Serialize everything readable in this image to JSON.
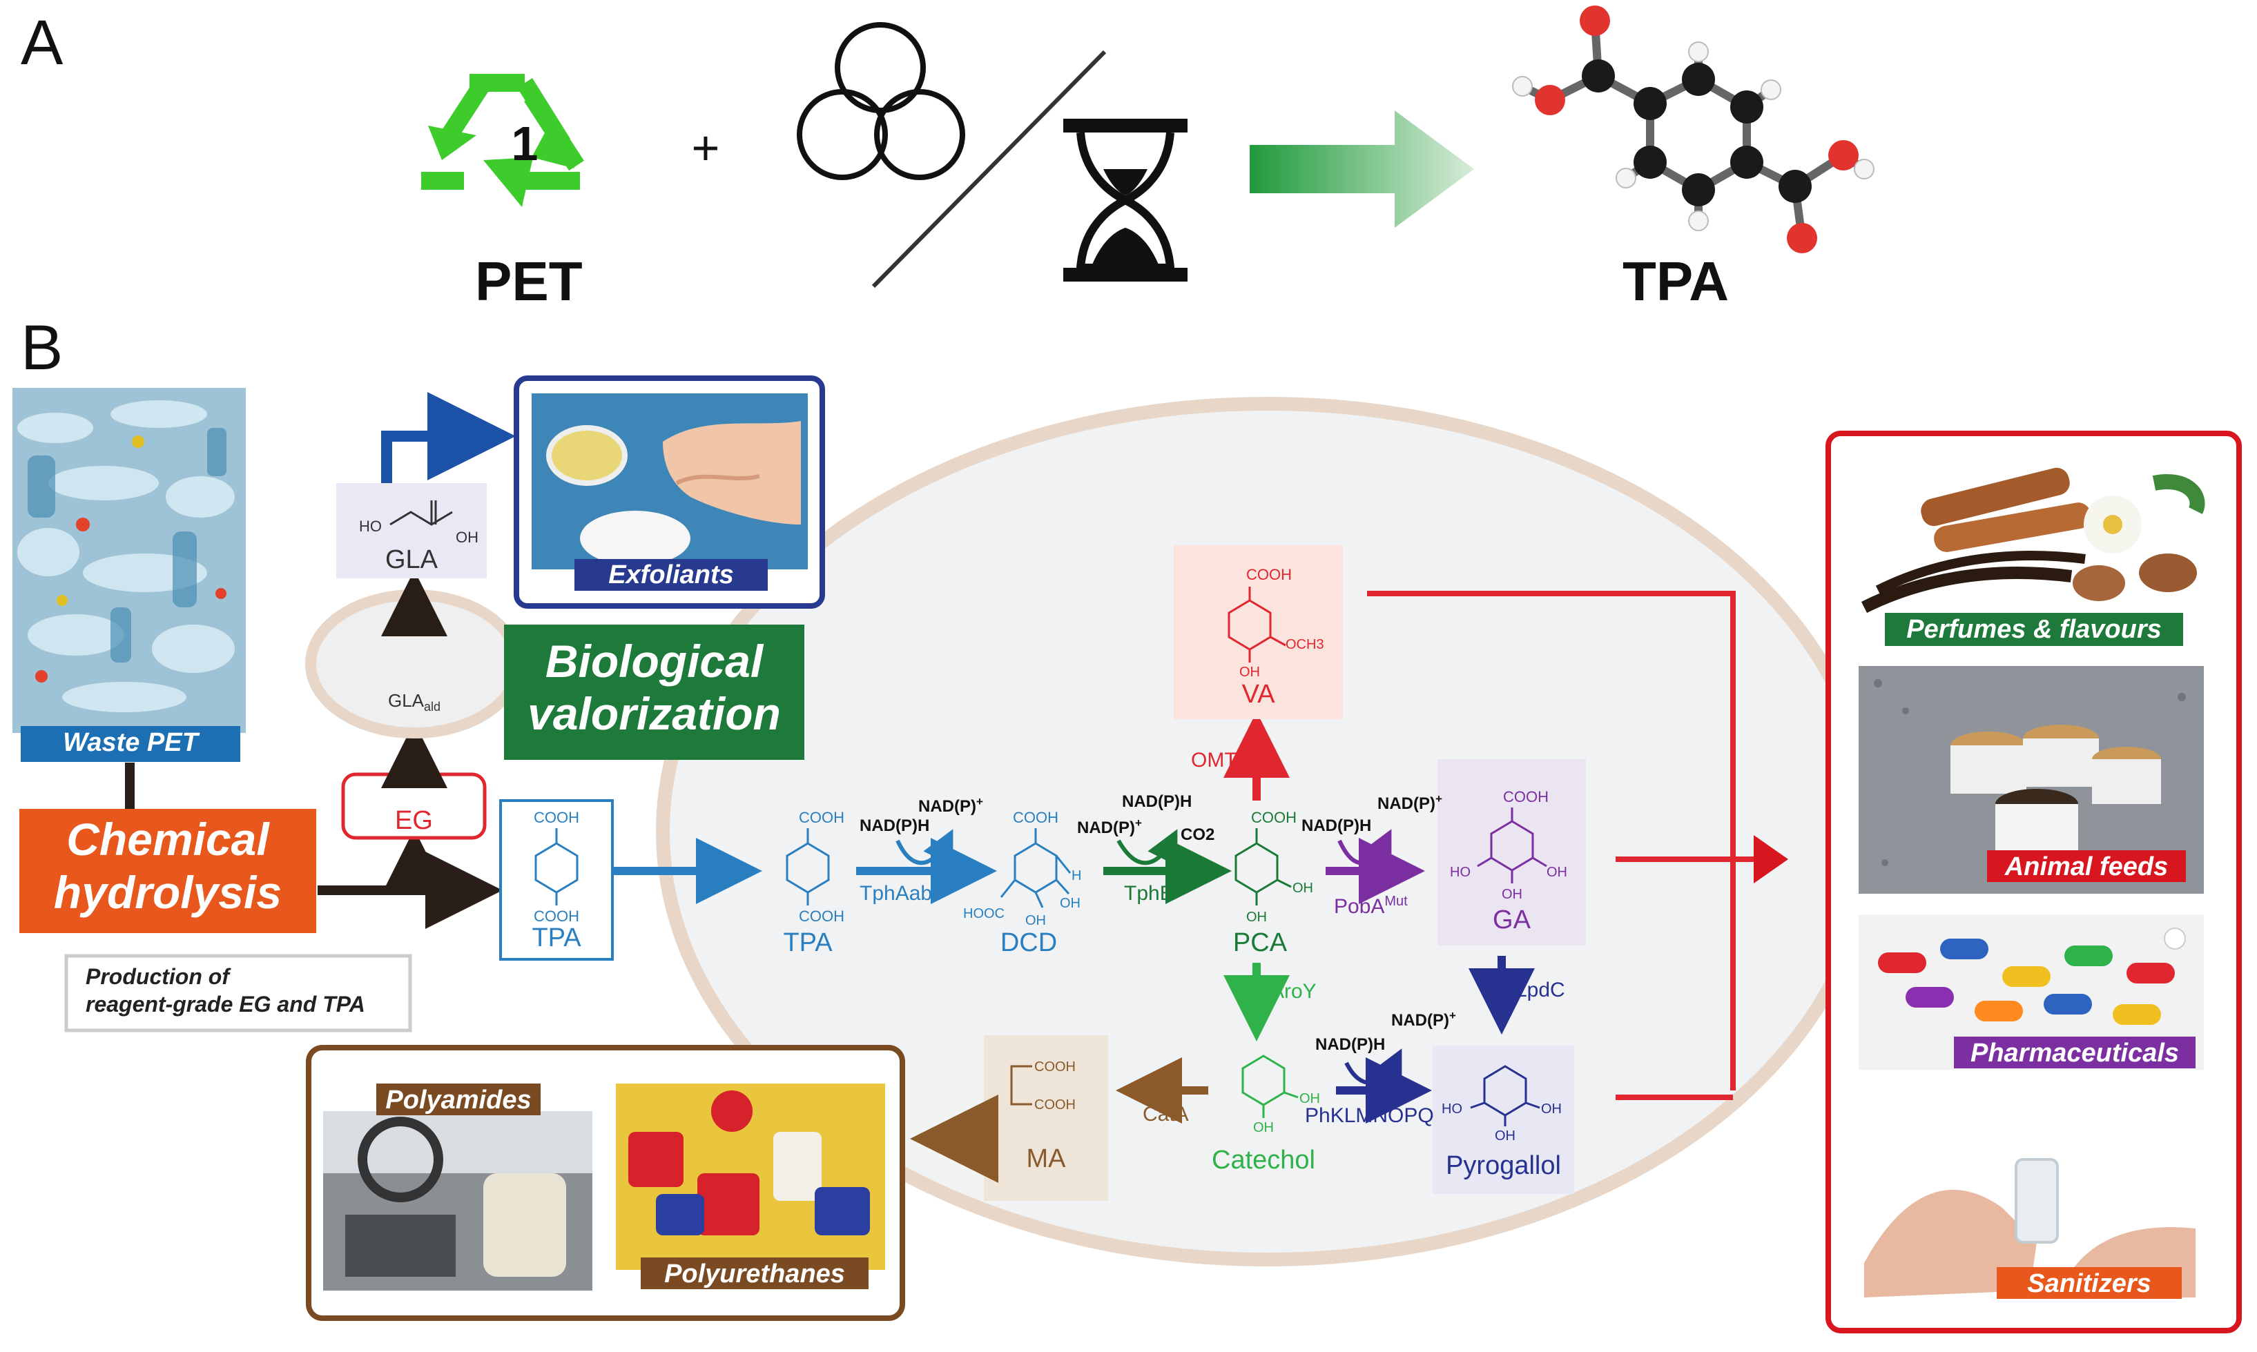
{
  "panel_a": {
    "letter": "A",
    "pet_number": "1",
    "pet_label": "PET",
    "plus": "+",
    "tpa_label": "TPA"
  },
  "panel_b": {
    "letter": "B",
    "waste_pet": "Waste PET",
    "chemical_hydrolysis_line1": "Chemical",
    "chemical_hydrolysis_line2": "hydrolysis",
    "production_note_line1": "Production of",
    "production_note_line2": "reagent-grade EG and TPA",
    "biological_valorization_line1": "Biological",
    "biological_valorization_line2": "valorization",
    "exfoliants": "Exfoliants",
    "products_left": {
      "polyamides": "Polyamides",
      "polyurethanes": "Polyurethanes"
    },
    "products_right": [
      "Perfumes & flavours",
      "Animal feeds",
      "Pharmaceuticals",
      "Sanitizers"
    ],
    "molecules": {
      "gla": "GLA",
      "gla_ald": "GLA",
      "gla_ald_sub": "ald",
      "eg": "EG",
      "tpa_box": "TPA",
      "tpa": "TPA",
      "dcd": "DCD",
      "pca": "PCA",
      "va": "VA",
      "ga": "GA",
      "catechol": "Catechol",
      "pyrogallol": "Pyrogallol",
      "ma": "MA"
    },
    "enzymes": {
      "tphAabc": "TphAabc",
      "tphB": "TphB",
      "pobA": "PobA",
      "pobA_sup": "Mut",
      "omt": "OMT",
      "aroY": "AroY",
      "lpdC": "LpdC",
      "phKLMNOPQ": "PhKLMNOPQ",
      "catA": "CatA"
    },
    "cofactors": {
      "nadph_1": "NAD(P)H",
      "nadp_1": "NAD(P)",
      "nadph_2": "NAD(P)H",
      "nadp_2": "NAD(P)",
      "co2": "CO2",
      "nadph_3": "NAD(P)H",
      "nadp_3": "NAD(P)",
      "nadph_4": "NAD(P)H",
      "nadp_4": "NAD(P)",
      "plus_sign": "+"
    },
    "chem_groups": {
      "cooh": "COOH",
      "hooc": "HOOC",
      "oh": "OH",
      "ho": "HO",
      "och3": "OCH3",
      "h": "H"
    }
  },
  "colors": {
    "green_recycle": "#3dcc2c",
    "tpa_blue": "#2a7fc0",
    "dcd_blue": "#2a7fc0",
    "tphB_green": "#1c7a38",
    "pca_green": "#1c7a38",
    "va_red": "#e0262e",
    "pobA_purple": "#7b2fa0",
    "ga_purple": "#7b2fa0",
    "catechol_green": "#2fb24a",
    "pyrogallol_navy": "#27318f",
    "ma_brown": "#8a5a2b",
    "chemical_orange": "#e8571b",
    "bio_green": "#1d7a3a",
    "waste_blue": "#1c6fb3",
    "exfoliants_navy": "#273a8f",
    "cell_fill": "#f1f2f3",
    "cell_border": "#e8d7c8",
    "products_red": "#d8161f",
    "products_brown": "#7a4a22"
  }
}
